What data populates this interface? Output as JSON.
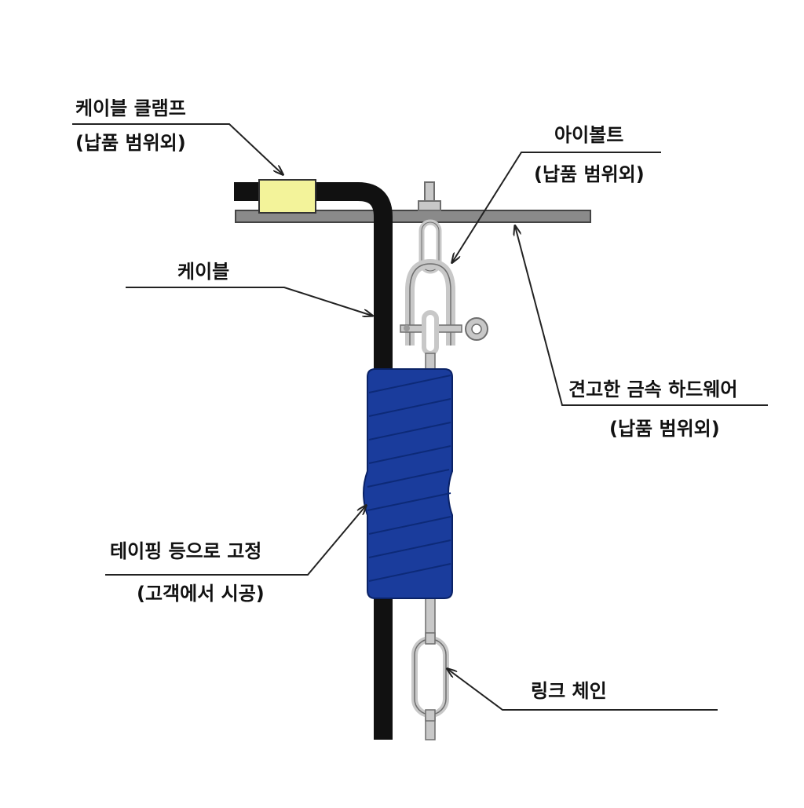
{
  "labels": {
    "cable_clamp": "케이블 클램프",
    "cable_clamp_note": "(납품 범위외)",
    "eyebolt": "아이볼트",
    "eyebolt_note": "(납품 범위외)",
    "cable": "케이블",
    "hardware": "견고한 금속 하드웨어",
    "hardware_note": "(납품 범위외)",
    "taping": "테이핑 등으로 고정",
    "taping_note": "(고객에서 시공)",
    "chain": "링크 체인"
  },
  "colors": {
    "cable": "#111111",
    "clamp": "#f3f39a",
    "taping": "#1a3c9c",
    "taping_stripe": "#0d2a78",
    "beam": "#8a8a8a",
    "metal": "#c8c8c8",
    "metal_edge": "#6e6e6e",
    "leader": "#222222"
  }
}
